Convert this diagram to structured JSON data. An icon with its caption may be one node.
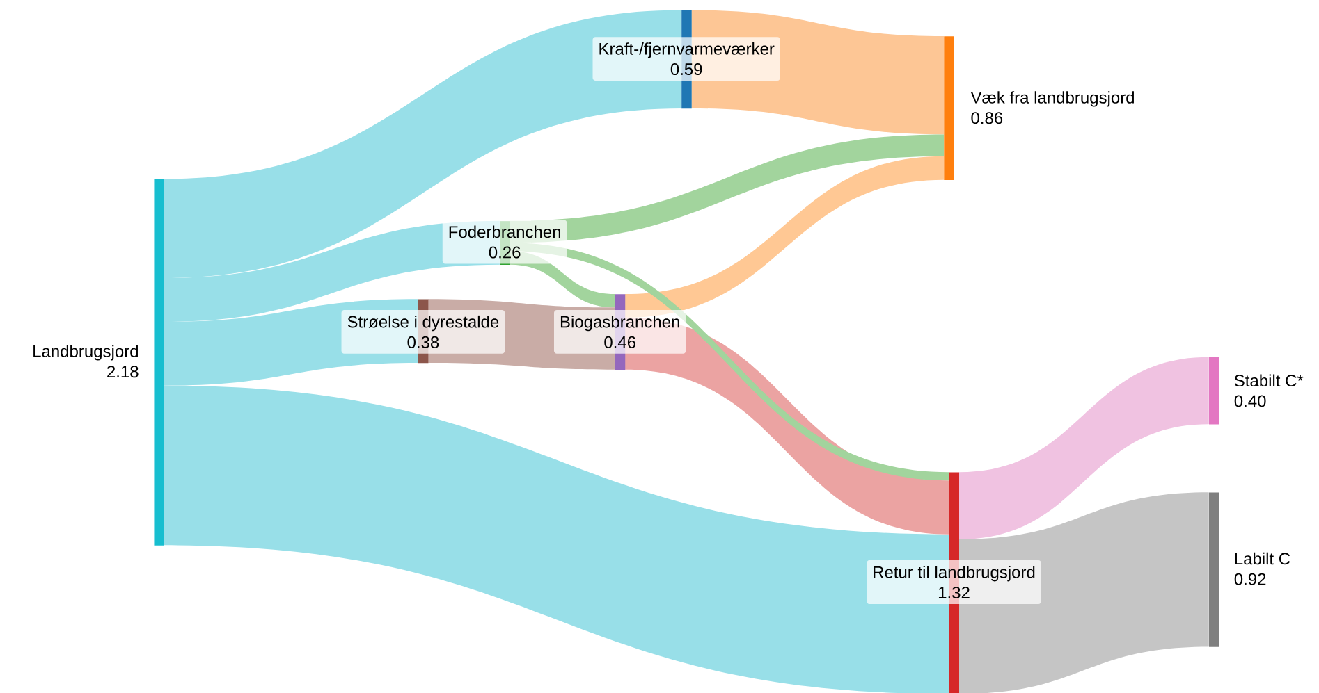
{
  "diagram": {
    "nodes": [
      {
        "text": [
          "Landbrugsjord",
          "2.18"
        ]
      },
      {
        "text": [
          "Kraft-/fjernvarmeværker",
          "0.59"
        ]
      },
      {
        "text": [
          "Foderbranchen",
          "0.26"
        ]
      },
      {
        "text": [
          "Strøelse i dyrestalde",
          "0.38"
        ]
      },
      {
        "text": [
          "Biogasbranchen",
          "0.46"
        ]
      },
      {
        "text": [
          "Væk fra landbrugsjord",
          "0.86"
        ]
      },
      {
        "text": [
          "Retur til landbrugsjord",
          "1.32"
        ]
      },
      {
        "text": [
          "Stabilt C*",
          "0.40"
        ]
      },
      {
        "text": [
          "Labilt C",
          "0.92"
        ]
      }
    ],
    "edges": [
      {
        "from": 0,
        "to": 1,
        "arrow": "none",
        "color": "#98dfe8"
      },
      {
        "from": 0,
        "to": 2,
        "arrow": "none",
        "color": "#98dfe8"
      },
      {
        "from": 0,
        "to": 3,
        "arrow": "none",
        "color": "#98dfe8"
      },
      {
        "from": 0,
        "to": 6,
        "arrow": "none",
        "color": "#98dfe8"
      },
      {
        "from": 1,
        "to": 5,
        "arrow": "none",
        "color": "#fdc695"
      },
      {
        "from": 2,
        "to": 5,
        "arrow": "none",
        "color": "#a2d49d"
      },
      {
        "from": 2,
        "to": 6,
        "arrow": "none",
        "color": "#a2d49d"
      },
      {
        "from": 2,
        "to": 4,
        "arrow": "none",
        "color": "#a2d49d"
      },
      {
        "from": 3,
        "to": 4,
        "arrow": "none",
        "color": "#c9aca6"
      },
      {
        "from": 4,
        "to": 5,
        "arrow": "none",
        "color": "#ffc894"
      },
      {
        "from": 4,
        "to": 6,
        "arrow": "none",
        "color": "#eba3a2"
      },
      {
        "from": 6,
        "to": 7,
        "arrow": "none",
        "color": "#f0c2e1"
      },
      {
        "from": 6,
        "to": 8,
        "arrow": "none",
        "color": "#c5c5c5"
      }
    ]
  }
}
